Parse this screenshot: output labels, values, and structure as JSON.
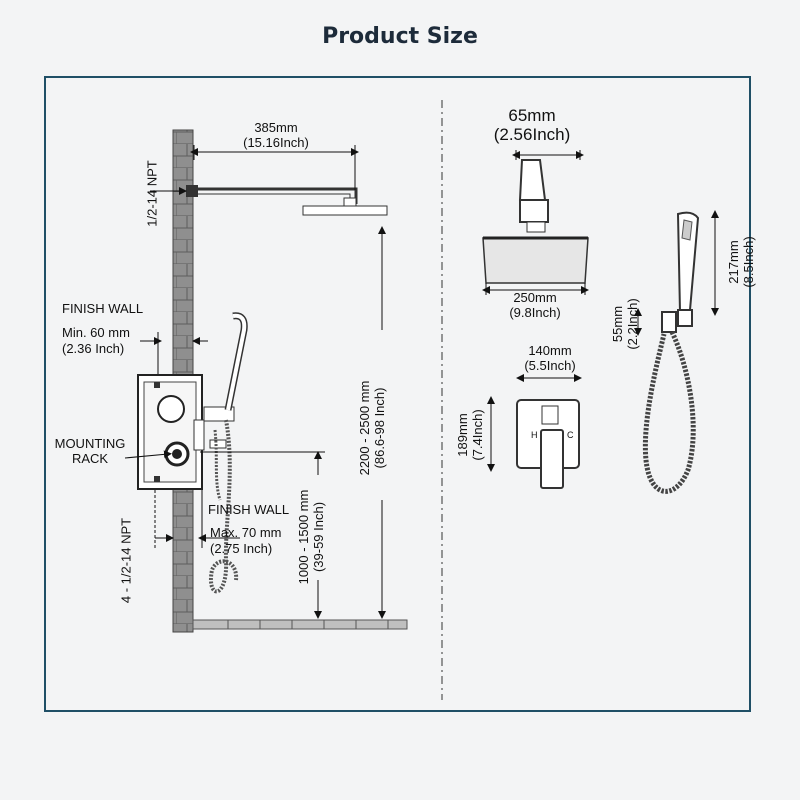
{
  "title": "Product Size",
  "left": {
    "arm_length": "385mm",
    "arm_length_in": "(15.16Inch)",
    "npt_top": "1/2-14 NPT",
    "finish_wall_top": "FINISH  WALL",
    "min_depth": "Min. 60 mm",
    "min_depth_in": "(2.36 Inch)",
    "mounting_rack": "MOUNTING\nRACK",
    "finish_wall_bottom": "FINISH  WALL",
    "max_depth": "Max. 70 mm",
    "max_depth_in": "(2.75 Inch)",
    "npt_bottom": "4 - 1/2-14 NPT",
    "head_height": "2200 - 2500 mm",
    "head_height_in": "(86.6-98 Inch)",
    "valve_height": "1000 - 1500 mm",
    "valve_height_in": "(39-59 Inch)"
  },
  "right": {
    "head_width_mm": "65mm",
    "head_width_in": "(2.56Inch)",
    "plate_width_mm": "250mm",
    "plate_width_in": "(9.8Inch)",
    "trim_width_mm": "140mm",
    "trim_width_in": "(5.5Inch)",
    "trim_height_mm": "189mm",
    "trim_height_in": "(7.4Inch)",
    "trim_h_label": "H",
    "trim_c_label": "C",
    "handheld_length_mm": "217mm",
    "handheld_length_in": "(8.5Inch)",
    "holder_mm": "55mm",
    "holder_in": "(2.2Inch)"
  },
  "colors": {
    "frame": "#1f4f66",
    "title": "#1d2b3a",
    "wall": "#8a8a8a"
  }
}
